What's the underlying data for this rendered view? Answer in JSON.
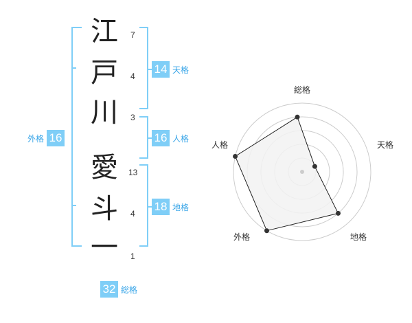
{
  "name": {
    "characters": [
      {
        "char": "江",
        "strokes": "7"
      },
      {
        "char": "戸",
        "strokes": "4"
      },
      {
        "char": "川",
        "strokes": "3"
      },
      {
        "char": "愛",
        "strokes": "13"
      },
      {
        "char": "斗",
        "strokes": "4"
      },
      {
        "char": "一",
        "strokes": "1"
      }
    ]
  },
  "fortunes": {
    "tenkaku": {
      "value": "14",
      "label": "天格"
    },
    "jinkaku": {
      "value": "16",
      "label": "人格"
    },
    "chikaku": {
      "value": "18",
      "label": "地格"
    },
    "gaikaku": {
      "value": "16",
      "label": "外格"
    },
    "soukaku": {
      "value": "32",
      "label": "総格"
    }
  },
  "colors": {
    "bracket": "#7fcef7",
    "badge_bg": "#7fcef7",
    "badge_label": "#3aa6e8",
    "radar_fill": "#f2f2f2",
    "radar_ring": "#cccccc",
    "radar_line": "#222222"
  },
  "chart_data": {
    "type": "radar",
    "axes": [
      "総格",
      "天格",
      "地格",
      "外格",
      "人格"
    ],
    "values": [
      4,
      1,
      4,
      5,
      5
    ],
    "max": 5,
    "rings": 5
  }
}
